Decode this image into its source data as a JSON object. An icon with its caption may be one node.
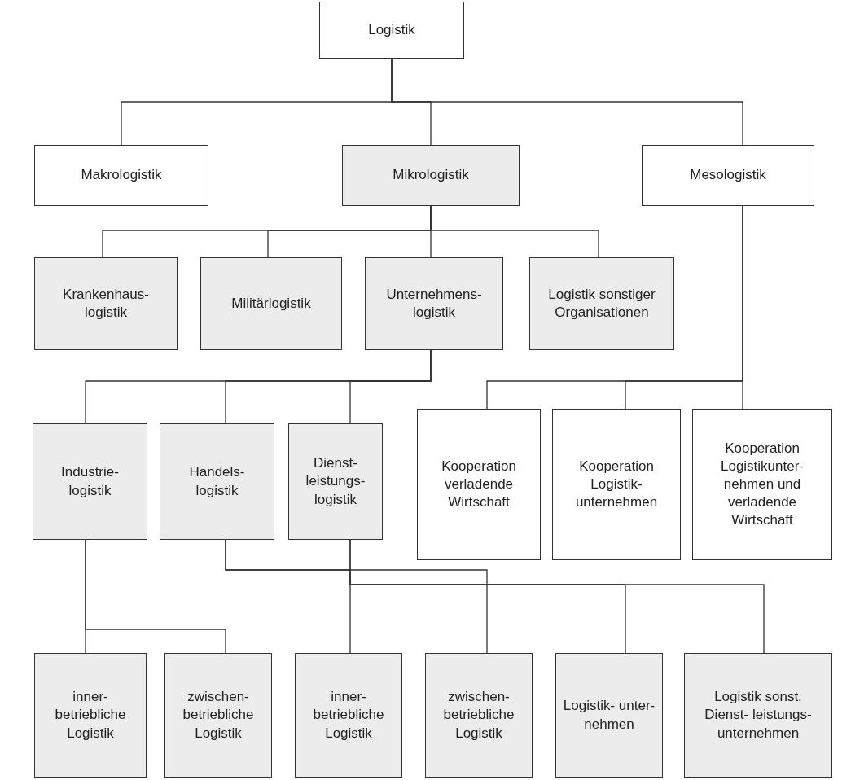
{
  "diagram": {
    "nodes": [
      {
        "text": [
          "Logistik"
        ]
      },
      {
        "text": [
          "Makrologistik"
        ]
      },
      {
        "text": [
          "Mikrologistik"
        ]
      },
      {
        "text": [
          "Mesologistik"
        ]
      },
      {
        "text": [
          "Krankenhaus- logistik"
        ]
      },
      {
        "text": [
          "Militärlogistik"
        ]
      },
      {
        "text": [
          "Unternehmens- logistik"
        ]
      },
      {
        "text": [
          "Logistik sonstiger Organisationen"
        ]
      },
      {
        "text": [
          "Industrie- logistik"
        ]
      },
      {
        "text": [
          "Handels- logistik"
        ]
      },
      {
        "text": [
          "Dienst- leistungs- logistik"
        ]
      },
      {
        "text": [
          "Kooperation verladende Wirtschaft"
        ]
      },
      {
        "text": [
          "Kooperation Logistik- unternehmen"
        ]
      },
      {
        "text": [
          "Kooperation Logistikunter- nehmen und verladende Wirtschaft"
        ]
      },
      {
        "text": [
          "inner- betriebliche Logistik"
        ]
      },
      {
        "text": [
          "zwischen- betriebliche Logistik"
        ]
      },
      {
        "text": [
          "inner- betriebliche Logistik"
        ]
      },
      {
        "text": [
          "zwischen- betriebliche Logistik"
        ]
      },
      {
        "text": [
          "Logistik- unter- nehmen"
        ]
      },
      {
        "text": [
          "Logistik sonst. Dienst- leistungs- unternehmen"
        ]
      }
    ],
    "edges": [
      {
        "from": 0,
        "to": 1,
        "arrow": "none"
      },
      {
        "from": 0,
        "to": 2,
        "arrow": "none"
      },
      {
        "from": 0,
        "to": 3,
        "arrow": "none"
      },
      {
        "from": 2,
        "to": 4,
        "arrow": "none"
      },
      {
        "from": 2,
        "to": 5,
        "arrow": "none"
      },
      {
        "from": 2,
        "to": 6,
        "arrow": "none"
      },
      {
        "from": 2,
        "to": 7,
        "arrow": "none"
      },
      {
        "from": 3,
        "to": 11,
        "arrow": "none"
      },
      {
        "from": 3,
        "to": 12,
        "arrow": "none"
      },
      {
        "from": 3,
        "to": 13,
        "arrow": "none"
      },
      {
        "from": 6,
        "to": 8,
        "arrow": "none"
      },
      {
        "from": 6,
        "to": 9,
        "arrow": "none"
      },
      {
        "from": 6,
        "to": 10,
        "arrow": "none"
      },
      {
        "from": 8,
        "to": 14,
        "arrow": "none"
      },
      {
        "from": 8,
        "to": 15,
        "arrow": "none"
      },
      {
        "from": 9,
        "to": 16,
        "arrow": "none"
      },
      {
        "from": 9,
        "to": 17,
        "arrow": "none"
      },
      {
        "from": 10,
        "to": 18,
        "arrow": "none"
      },
      {
        "from": 10,
        "to": 19,
        "arrow": "none"
      }
    ]
  }
}
